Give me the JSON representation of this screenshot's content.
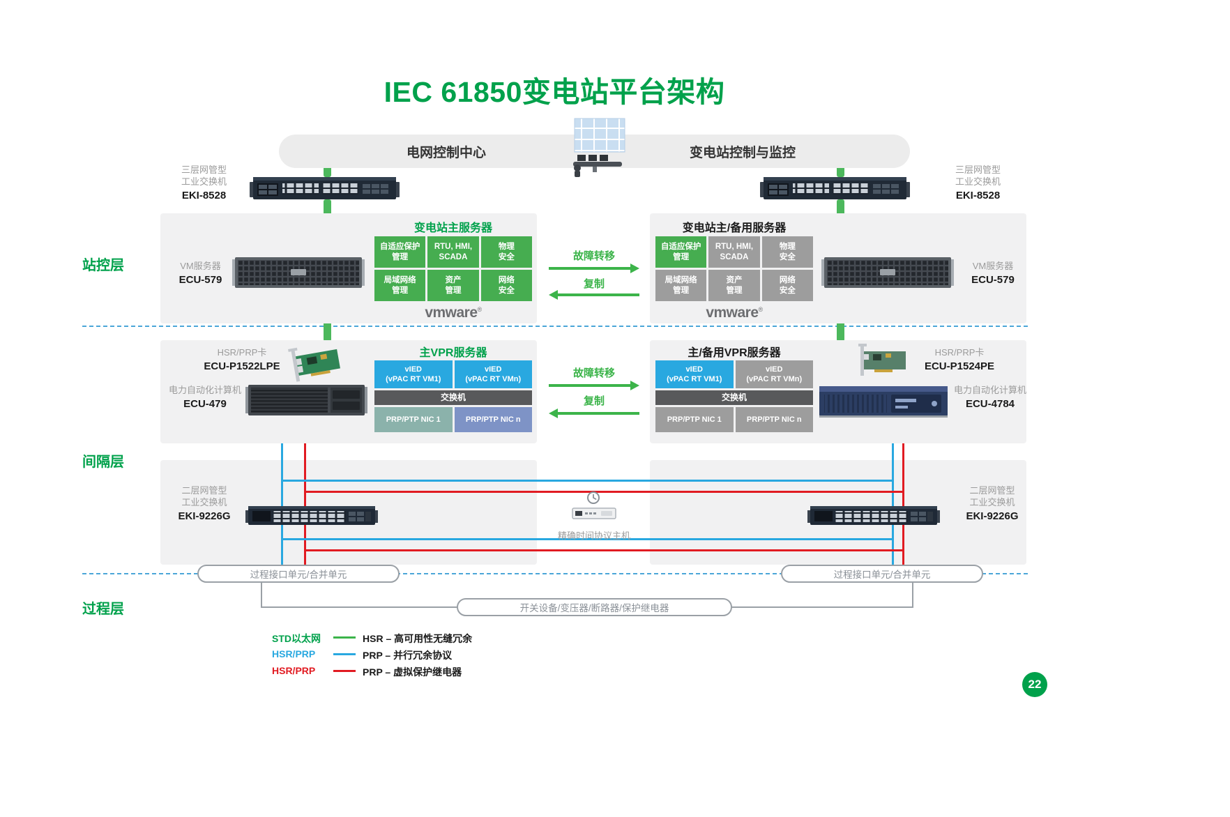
{
  "title": "IEC 61850变电站平台架构",
  "page_number": "22",
  "colors": {
    "green": "#00A14B",
    "arrow_green": "#3CB44A",
    "blue": "#29A8E0",
    "red": "#E11B22"
  },
  "banner": {
    "left_label": "电网控制中心",
    "right_label": "变电站控制与监控"
  },
  "layers": {
    "station": "站控层",
    "bay": "间隔层",
    "process": "过程层"
  },
  "l3_left": {
    "line1": "三层网管型",
    "line2": "工业交换机",
    "model": "EKI-8528"
  },
  "l3_right": {
    "line1": "三层网管型",
    "line2": "工业交换机",
    "model": "EKI-8528"
  },
  "vm_left": {
    "type": "VM服务器",
    "model": "ECU-579"
  },
  "vm_right": {
    "type": "VM服务器",
    "model": "ECU-579"
  },
  "station_primary": {
    "title": "变电站主服务器",
    "cells": [
      "自适应保护\n管理",
      "RTU, HMI,\nSCADA",
      "物理\n安全",
      "局域网络\n管理",
      "资产\n管理",
      "网络\n安全"
    ],
    "logo": "vmware",
    "logo_mark": "®"
  },
  "station_backup": {
    "title": "变电站主/备用服务器",
    "cells": [
      "自适应保护\n管理",
      "RTU, HMI,\nSCADA",
      "物理\n安全",
      "局域网络\n管理",
      "资产\n管理",
      "网络\n安全"
    ],
    "logo": "vmware",
    "logo_mark": "®"
  },
  "failover": {
    "forward_label": "故障转移",
    "back_label": "复制"
  },
  "hsr_left": {
    "type": "HSR/PRP卡",
    "model": "ECU-P1522LPE"
  },
  "hsr_right": {
    "type": "HSR/PRP卡",
    "model": "ECU-P1524PE"
  },
  "pc_left": {
    "type": "电力自动化计算机",
    "model": "ECU-479"
  },
  "pc_right": {
    "type": "电力自动化计算机",
    "model": "ECU-4784"
  },
  "vpr_primary": {
    "title": "主VPR服务器",
    "vied1": "vIED\n(vPAC RT VM1)",
    "viedn": "vIED\n(vPAC RT VMn)",
    "switch_label": "交换机",
    "nic1": "PRP/PTP NIC 1",
    "nicn": "PRP/PTP NIC n"
  },
  "vpr_backup": {
    "title": "主/备用VPR服务器",
    "vied1": "vIED\n(vPAC RT VM1)",
    "viedn": "vIED\n(vPAC RT VMn)",
    "switch_label": "交换机",
    "nic1": "PRP/PTP NIC 1",
    "nicn": "PRP/PTP NIC n"
  },
  "l2_left": {
    "line1": "二层网管型",
    "line2": "工业交换机",
    "model": "EKI-9226G"
  },
  "l2_right": {
    "line1": "二层网管型",
    "line2": "工业交换机",
    "model": "EKI-9226G"
  },
  "time_host": {
    "label": "精确时间协议主机"
  },
  "process_units": {
    "left": "过程接口单元/合并单元",
    "right": "过程接口单元/合并单元",
    "switchgear": "开关设备/变压器/断路器/保护继电器"
  },
  "legend": {
    "rows": [
      {
        "label": "STD以太网",
        "desc": "HSR – 高可用性无缝冗余"
      },
      {
        "label": "HSR/PRP",
        "desc": "PRP – 并行冗余协议"
      },
      {
        "label": "HSR/PRP",
        "desc": "PRP – 虚拟保护继电器"
      }
    ]
  }
}
